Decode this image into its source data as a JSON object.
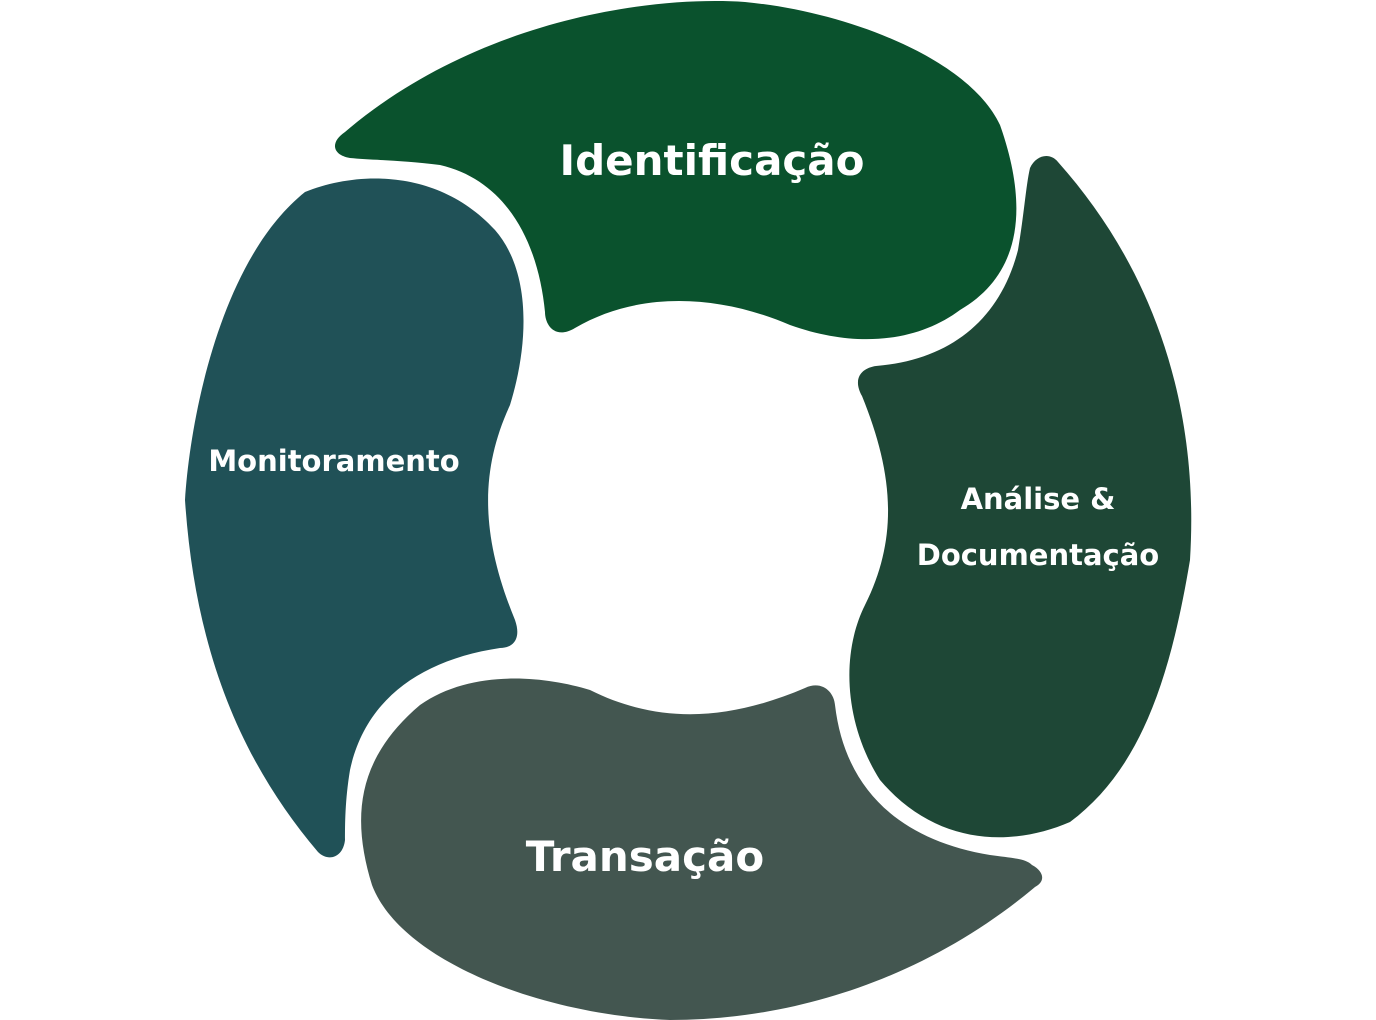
{
  "diagram": {
    "type": "cycle",
    "segments": [
      {
        "id": "identificacao",
        "label": "Identificação",
        "color": "#0a522d"
      },
      {
        "id": "analise",
        "label_line1": "Análise &",
        "label_line2": "Documentação",
        "color": "#1e4736"
      },
      {
        "id": "transacao",
        "label": "Transação",
        "color": "#435650"
      },
      {
        "id": "monitoramento",
        "label": "Monitoramento",
        "color": "#205157"
      }
    ]
  }
}
